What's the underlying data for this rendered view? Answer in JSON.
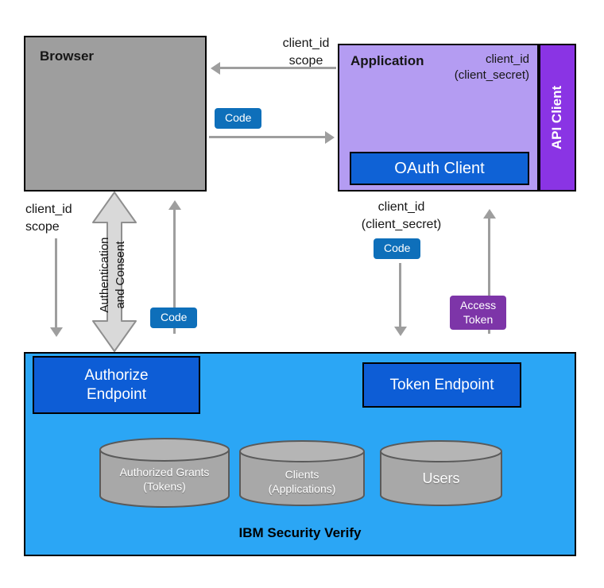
{
  "browser": {
    "title": "Browser"
  },
  "application": {
    "title": "Application",
    "credentials": "client_id\n(client_secret)",
    "oauth_client_label": "OAuth Client",
    "api_client_label": "API Client"
  },
  "flow_labels": {
    "top_client_id_scope": "client_id\nscope",
    "left_client_id_scope": "client_id\nscope",
    "token_request_credentials": "client_id\n(client_secret)",
    "authentication_consent": "Authentication\nand Consent"
  },
  "badges": {
    "code_browser_to_app": "Code",
    "code_authorize_to_browser": "Code",
    "code_to_token_endpoint": "Code",
    "access_token": "Access\nToken"
  },
  "verify": {
    "title": "IBM Security Verify",
    "authorize_endpoint": "Authorize\nEndpoint",
    "token_endpoint": "Token Endpoint",
    "databases": [
      {
        "label": "Authorized Grants\n(Tokens)"
      },
      {
        "label": "Clients\n(Applications)"
      },
      {
        "label": "Users"
      }
    ]
  },
  "colors": {
    "browser_fill": "#9e9e9e",
    "application_fill": "#b49cf2",
    "api_client_fill": "#8a34e4",
    "oauth_client_fill": "#0f62d6",
    "badge_blue": "#0e6fba",
    "badge_purple": "#7d35a8",
    "verify_fill": "#2ba6f5",
    "endpoint_fill": "#0d5dd6",
    "cylinder_fill": "#a8a8a8",
    "cylinder_top_fill": "#b5b5b5",
    "cylinder_stroke": "#5a5a5a",
    "arrow_gray": "#9e9e9e",
    "double_arrow_fill": "#d9d9d9",
    "double_arrow_stroke": "#8f8f8f"
  }
}
